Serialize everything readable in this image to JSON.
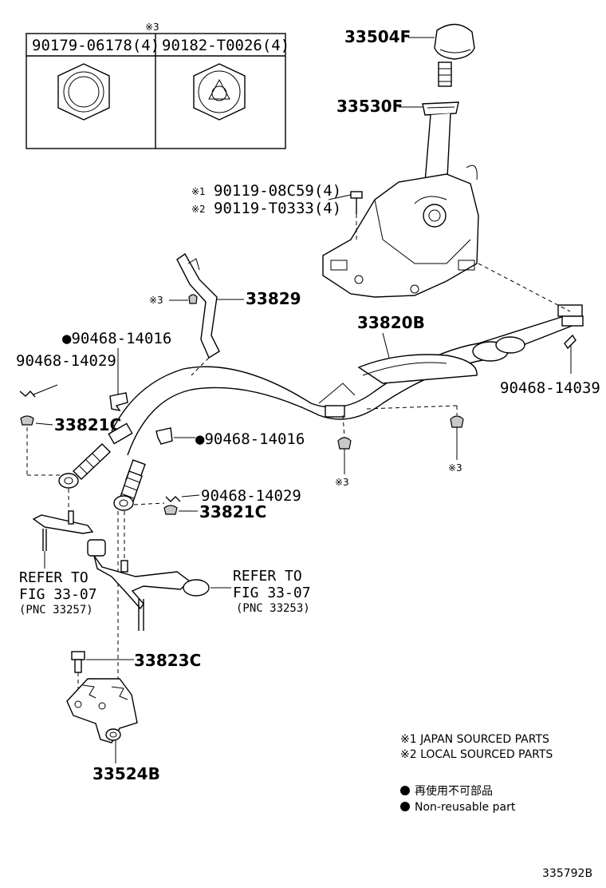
{
  "note_mark_3": "※3",
  "table": {
    "col1": "90179-06178(4)",
    "col2": "90182-T0026(4)"
  },
  "labels": {
    "p33504F": "33504F",
    "p33530F": "33530F",
    "bolt_mark1": "※1",
    "bolt_mark2": "※2",
    "bolt1": "90119-08C59(4)",
    "bolt2": "90119-T0333(4)",
    "p33829_mark": "※3",
    "p33829": "33829",
    "p33820B": "33820B",
    "clip1": "●90468-14016",
    "clip2": "90468-14029",
    "p33821C_left": "33821C",
    "clip3": "●90468-14016",
    "clip4": "90468-14039",
    "clip5": "90468-14029",
    "p33821C_right": "33821C",
    "mark3_center": "※3",
    "mark3_right": "※3",
    "refer_left_1": "REFER TO",
    "refer_left_2": "FIG 33-07",
    "refer_left_3": "(PNC 33257)",
    "refer_right_1": "REFER TO",
    "refer_right_2": "FIG 33-07",
    "refer_right_3": "(PNC 33253)",
    "p33823C": "33823C",
    "p33524B": "33524B"
  },
  "legend": {
    "note1": "※1 JAPAN SOURCED PARTS",
    "note2": "※2 LOCAL SOURCED PARTS",
    "jp": "再使用不可部品",
    "en": "Non-reusable part"
  },
  "figure_id": "335792B"
}
